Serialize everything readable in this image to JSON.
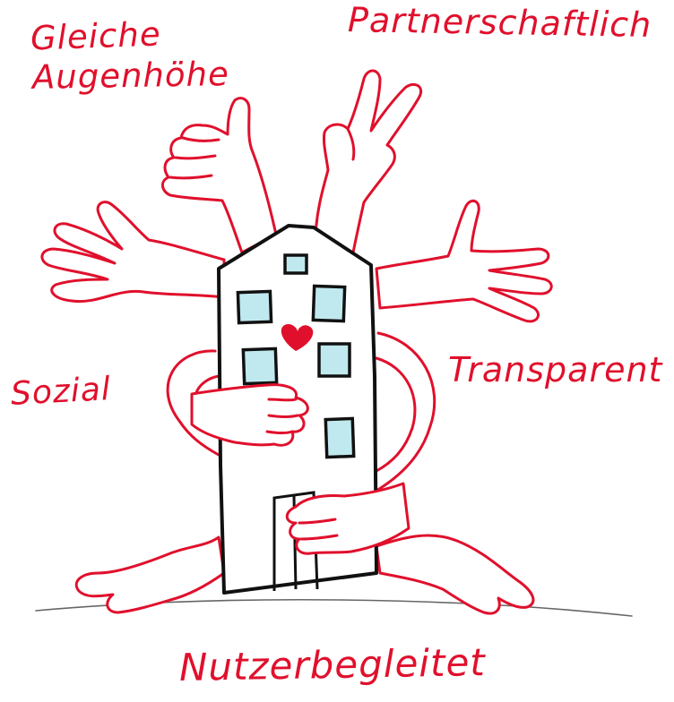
{
  "labels": {
    "gleiche_line1": "Gleiche",
    "gleiche_line2": "Augenhöhe",
    "partnerschaftlich": "Partnerschaftlich",
    "sozial": "Sozial",
    "transparent": "Transparent",
    "nutzerbegleitet": "Nutzerbegleitet"
  },
  "colors": {
    "accent": "#e0102c",
    "building_outline": "#111111",
    "window_fill": "#bfe9ef",
    "background": "#ffffff"
  },
  "icons": {
    "heart": "heart-icon",
    "thumbs_up": "thumbs-up-hand",
    "victory": "victory-hand",
    "open_hand_left": "open-hand-left",
    "open_hand_right": "open-hand-right"
  }
}
